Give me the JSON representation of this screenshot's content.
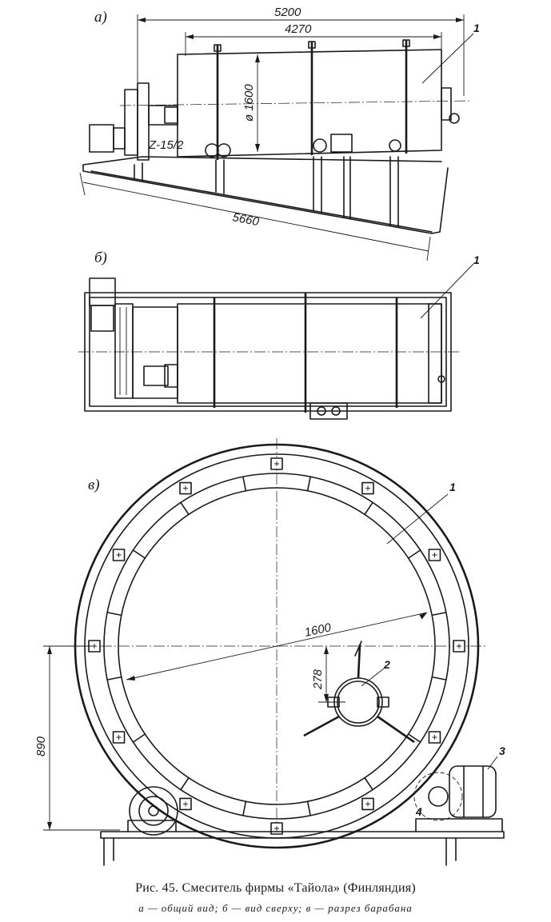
{
  "views": {
    "a": {
      "label": "а)",
      "dims": {
        "overall_length": "5200",
        "drum_length": "4270",
        "drum_diameter": "ø 1600",
        "base_length": "5660",
        "gear": "Z-15/2"
      },
      "callout": "1"
    },
    "b": {
      "label": "б)",
      "callout": "1"
    },
    "c": {
      "label": "в)",
      "dims": {
        "inner_diameter": "1600",
        "shaft_offset": "278",
        "axis_height": "890"
      },
      "callouts": [
        "1",
        "2",
        "3",
        "4"
      ]
    }
  },
  "caption": {
    "title": "Рис. 45. Смеситель фирмы «Тайола» (Финляндия)",
    "subtitle": "а — общий вид; б — вид сверху; в — разрез барабана"
  }
}
